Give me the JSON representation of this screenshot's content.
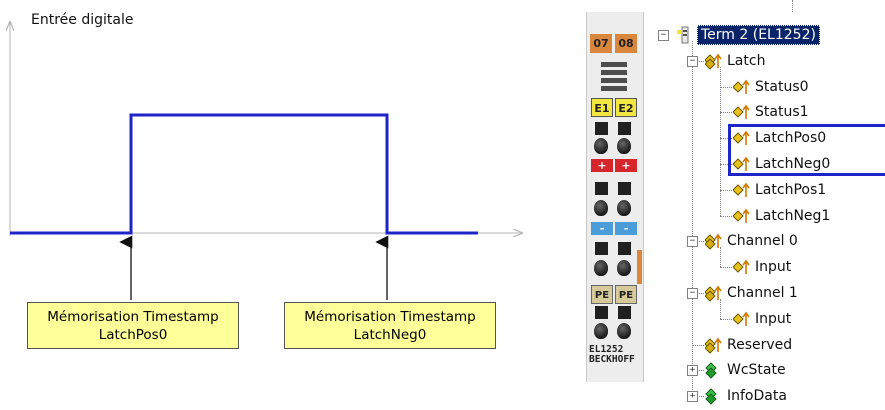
{
  "diagram": {
    "y_axis_label": "Entrée digitale",
    "signal": {
      "levels": [
        "low",
        "high",
        "low"
      ],
      "rising_edge_event": "LatchPos0",
      "falling_edge_event": "LatchNeg0"
    },
    "callouts": [
      {
        "line1": "Mémorisation Timestamp",
        "line2": "LatchPos0"
      },
      {
        "line1": "Mémorisation Timestamp",
        "line2": "LatchNeg0"
      }
    ],
    "colors": {
      "signal": "#1d24c8",
      "callout_fill": "#ffff99",
      "axis": "#b4b4b4"
    }
  },
  "module": {
    "top_leds": [
      "07",
      "08"
    ],
    "channel_leds": [
      "E1",
      "E2"
    ],
    "plus_marks": [
      "+",
      "+"
    ],
    "minus_marks": [
      "-",
      "-"
    ],
    "pe_labels": [
      "PE",
      "PE"
    ],
    "model": "EL1252",
    "brand": "BECKHOFF"
  },
  "tree": {
    "root": "Term 2 (EL1252)",
    "items": [
      {
        "label": "Latch",
        "level": 1,
        "expander": "−"
      },
      {
        "label": "Status0",
        "level": 2
      },
      {
        "label": "Status1",
        "level": 2
      },
      {
        "label": "LatchPos0",
        "level": 2
      },
      {
        "label": "LatchNeg0",
        "level": 2
      },
      {
        "label": "LatchPos1",
        "level": 2
      },
      {
        "label": "LatchNeg1",
        "level": 2
      },
      {
        "label": "Channel 0",
        "level": 1,
        "expander": "−"
      },
      {
        "label": "Input",
        "level": 2
      },
      {
        "label": "Channel 1",
        "level": 1,
        "expander": "−"
      },
      {
        "label": "Input",
        "level": 2
      },
      {
        "label": "Reserved",
        "level": 1
      },
      {
        "label": "WcState",
        "level": 1,
        "expander": "+"
      },
      {
        "label": "InfoData",
        "level": 1,
        "expander": "+"
      }
    ],
    "highlight_color": "#1d24c8",
    "selection_color": "#0a246a"
  }
}
